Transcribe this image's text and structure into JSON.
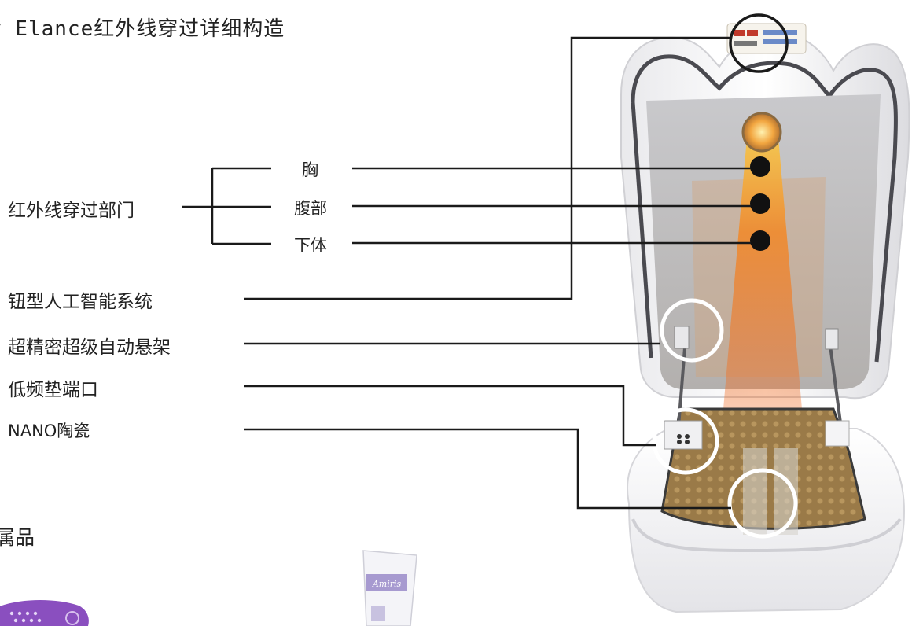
{
  "title": "y Elance红外线穿过详细构造",
  "section_label": "红外线穿过部门",
  "zones": [
    "胸",
    "腹部",
    "下体"
  ],
  "features": [
    "钮型人工智能系统",
    "超精密超级自动悬架",
    "低频垫端口",
    "NANO陶瓷"
  ],
  "accessories_heading": "属品",
  "tube_brand": "Amiris",
  "colors": {
    "line": "#1a1a1a",
    "beam": "#f07a2a",
    "accent_purple": "#8a4fbf",
    "pad": "#8a6a3a"
  }
}
